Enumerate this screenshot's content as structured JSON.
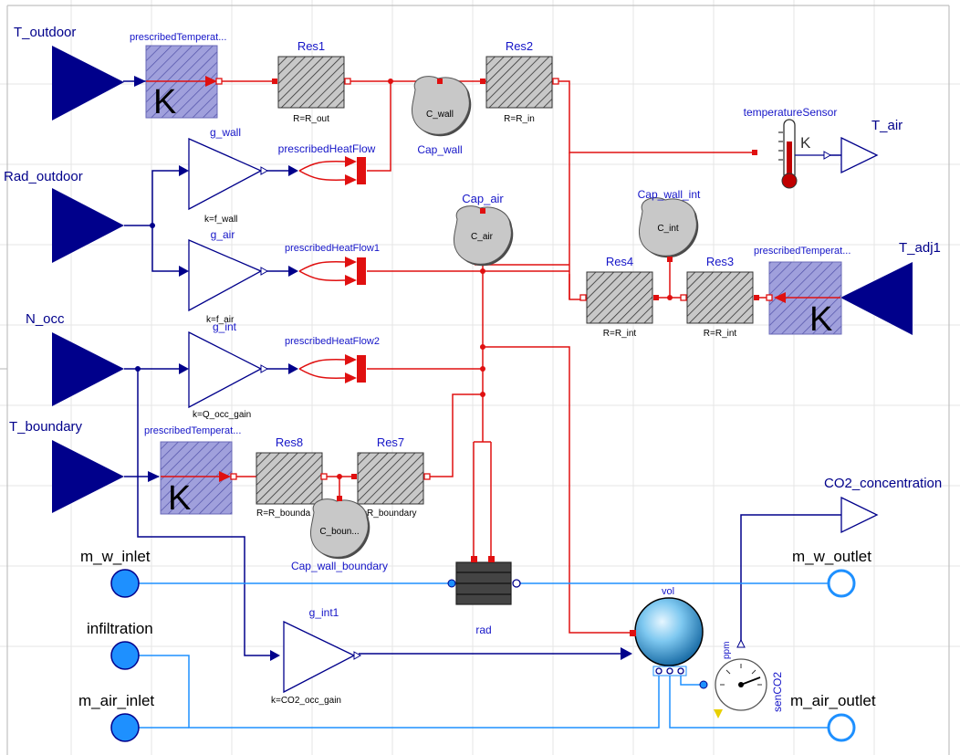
{
  "diagram": {
    "ports": {
      "T_outdoor": "T_outdoor",
      "Rad_outdoor": "Rad_outdoor",
      "N_occ": "N_occ",
      "T_boundary": "T_boundary",
      "T_air": "T_air",
      "T_adj1": "T_adj1",
      "CO2_concentration": "CO2_concentration",
      "m_w_inlet": "m_w_inlet",
      "infiltration": "infiltration",
      "m_air_inlet": "m_air_inlet",
      "m_w_outlet": "m_w_outlet",
      "m_air_outlet": "m_air_outlet"
    },
    "components": {
      "prescribedTemperature1": "prescribedTemperat...",
      "prescribedTemperature2": "prescribedTemperat...",
      "prescribedTemperature3": "prescribedTemperat...",
      "K_symbol": "K",
      "Res1": "Res1",
      "Res1_param": "R=R_out",
      "Res2": "Res2",
      "Res2_param": "R=R_in",
      "Res3": "Res3",
      "Res3_param": "R=R_int",
      "Res4": "Res4",
      "Res4_param": "R=R_int",
      "Res7": "Res7",
      "Res7_param": "R=R_boundary",
      "Res8": "Res8",
      "Res8_param": "R=R_bounda",
      "Cap_wall": "Cap_wall",
      "Cap_wall_inner": "C_wall",
      "Cap_air": "Cap_air",
      "Cap_air_inner": "C_air",
      "Cap_wall_int": "Cap_wall_int",
      "Cap_wall_int_inner": "C_int",
      "Cap_wall_boundary": "Cap_wall_boundary",
      "Cap_wall_boundary_inner": "C_boun...",
      "g_wall": "g_wall",
      "g_wall_param": "k=f_wall",
      "g_air": "g_air",
      "g_air_param": "k=f_air",
      "g_int": "g_int",
      "g_int_param": "k=Q_occ_gain",
      "g_int1": "g_int1",
      "g_int1_param": "k=CO2_occ_gain",
      "prescribedHeatFlow": "prescribedHeatFlow",
      "prescribedHeatFlow1": "prescribedHeatFlow1",
      "prescribedHeatFlow2": "prescribedHeatFlow2",
      "temperatureSensor": "temperatureSensor",
      "sensor_unit": "K",
      "rad": "rad",
      "vol": "vol",
      "senCO2": "senCO2",
      "ppm": "ppm"
    }
  },
  "colors": {
    "signal": "#00008b",
    "heat": "#e01010",
    "fluid": "#1e90ff",
    "label": "#1515c8",
    "hatch_fill": "#9a9ad8"
  }
}
